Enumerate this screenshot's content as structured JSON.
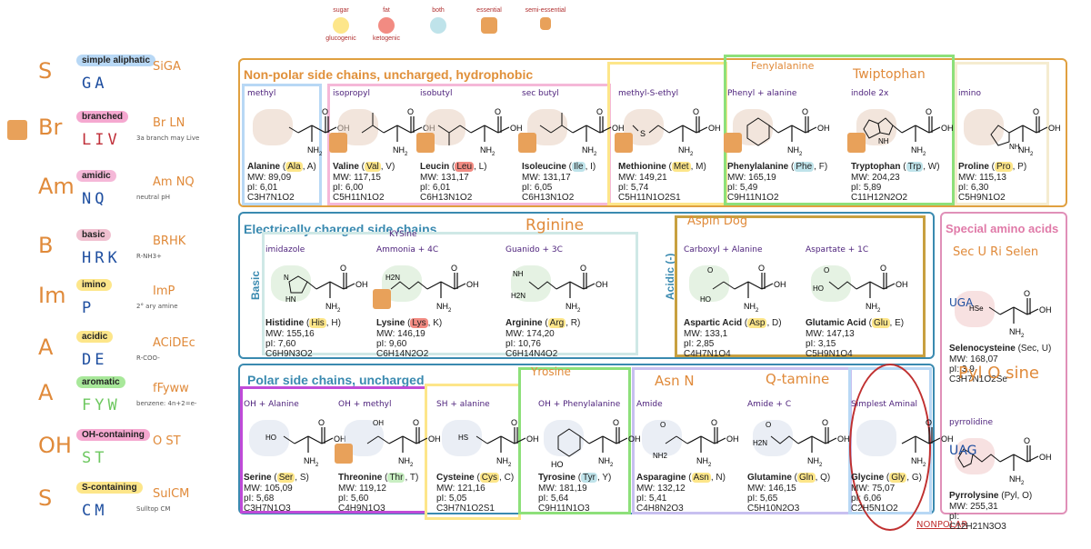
{
  "legend": [
    {
      "label": "sugar",
      "sub": "glucogenic",
      "color": "#fde68a"
    },
    {
      "label": "fat",
      "sub": "ketogenic",
      "color": "#f28b82"
    },
    {
      "label": "both",
      "sub": "",
      "color": "#bfe3ea"
    },
    {
      "label": "essential",
      "sub": "",
      "color": "#e8a15a"
    },
    {
      "label": "semi-essential",
      "sub": "",
      "color": "#e8a15a"
    }
  ],
  "sidebar": [
    {
      "letter": "S",
      "pill": "simple aliphatic",
      "pill_color": "#b8d8f5",
      "codes": "GA",
      "note": "SiGA",
      "small": "",
      "code_color": "#1f4fa0"
    },
    {
      "letter": "Br",
      "pill": "branched",
      "pill_color": "#f5a8d0",
      "codes": "LIV",
      "note": "Br LN",
      "small": "3a branch may Live",
      "code_color": "#c0303a"
    },
    {
      "letter": "Am",
      "pill": "amidic",
      "pill_color": "#f5b8d8",
      "codes": "NQ",
      "note": "Am NQ",
      "small": "neutral pH",
      "code_color": "#1f4fa0"
    },
    {
      "letter": "B",
      "pill": "basic",
      "pill_color": "#f0c0d0",
      "codes": "HRK",
      "note": "BRHK",
      "small": "R-NH3+",
      "code_color": "#1f4fa0"
    },
    {
      "letter": "Im",
      "pill": "imino",
      "pill_color": "#fde68a",
      "codes": "P",
      "note": "ImP",
      "small": "2° ary amine",
      "code_color": "#1f4fa0"
    },
    {
      "letter": "A",
      "pill": "acidic",
      "pill_color": "#fde68a",
      "codes": "DE",
      "note": "ACiDEc",
      "small": "R-COO-",
      "code_color": "#1f4fa0"
    },
    {
      "letter": "A",
      "pill": "aromatic",
      "pill_color": "#a8e89a",
      "codes": "FYW",
      "note": "fFyww",
      "small": "benzene: 4n+2=e-",
      "code_color": "#6ec860"
    },
    {
      "letter": "OH",
      "pill": "OH-containing",
      "pill_color": "#f5a8d0",
      "codes": "ST",
      "note": "O ST",
      "small": "",
      "code_color": "#6ec860"
    },
    {
      "letter": "S",
      "pill": "S-containing",
      "pill_color": "#fde68a",
      "codes": "CM",
      "note": "SulCM",
      "small": "Sulltop CM",
      "code_color": "#1f4fa0"
    }
  ],
  "groups": {
    "nonpolar": "Non-polar side chains, uncharged, hydrophobic",
    "charged": "Electrically charged side chains",
    "polar": "Polar side chains, uncharged",
    "special": "Special amino acids",
    "basic": "Basic",
    "acidic": "Acidic (-)",
    "nonpolar_note": "NONPOLAR"
  },
  "aminoacids": [
    {
      "id": "alanine",
      "name": "Alanine",
      "pre": "(",
      "abbr3": "Ala",
      "abbr1": "A",
      "mw": "MW: 89,09",
      "pi": "pI: 6,01",
      "formula": "C3H7N1O2",
      "note": "methyl",
      "hl": "hl-y"
    },
    {
      "id": "valine",
      "name": "Valine",
      "abbr3": "Val",
      "abbr1": "V",
      "mw": "MW: 117,15",
      "pi": "pI: 6,00",
      "formula": "C5H11N1O2",
      "note": "isopropyl",
      "hl": "hl-y"
    },
    {
      "id": "leucine",
      "name": "Leucin",
      "abbr3": "Leu",
      "abbr1": "L",
      "mw": "MW: 131,17",
      "pi": "pI: 6,01",
      "formula": "C6H13N1O2",
      "note": "isobutyl",
      "hl": "hl-r"
    },
    {
      "id": "isoleucine",
      "name": "Isoleucine",
      "abbr3": "Ile",
      "abbr1": "I",
      "mw": "MW: 131,17",
      "pi": "pI: 6,05",
      "formula": "C6H13N1O2",
      "note": "sec butyl",
      "hl": "hl-b"
    },
    {
      "id": "methionine",
      "name": "Methionine",
      "abbr3": "Met",
      "abbr1": "M",
      "mw": "MW: 149,21",
      "pi": "pI: 5,74",
      "formula": "C5H11N1O2S1",
      "note": "methyl-S-ethyl",
      "hl": "hl-y"
    },
    {
      "id": "phenylalanine",
      "name": "Phenylalanine",
      "abbr3": "Phe",
      "abbr1": "F",
      "mw": "MW: 165,19",
      "pi": "pI: 5,49",
      "formula": "C9H11N1O2",
      "note": "Phenyl + alanine",
      "hl": "hl-b"
    },
    {
      "id": "tryptophan",
      "name": "Tryptophan",
      "abbr3": "Trp",
      "abbr1": "W",
      "mw": "MW: 204,23",
      "pi": "pI: 5,89",
      "formula": "C11H12N2O2",
      "note": "indole 2x",
      "hl": "hl-b"
    },
    {
      "id": "proline",
      "name": "Proline",
      "abbr3": "Pro",
      "abbr1": "P",
      "mw": "MW: 115,13",
      "pi": "pI: 6,30",
      "formula": "C5H9N1O2",
      "note": "imino",
      "hl": "hl-y"
    },
    {
      "id": "histidine",
      "name": "Histidine",
      "abbr3": "His",
      "abbr1": "H",
      "mw": "MW: 155,16",
      "pi": "pI: 7,60",
      "formula": "C6H9N3O2",
      "note": "imidazole",
      "hl": "hl-y"
    },
    {
      "id": "lysine",
      "name": "Lysine",
      "abbr3": "Lys",
      "abbr1": "K",
      "mw": "MW: 146,19",
      "pi": "pI: 9,60",
      "formula": "C6H14N2O2",
      "note": "Ammonia + 4C",
      "hl": "hl-r"
    },
    {
      "id": "arginine",
      "name": "Arginine",
      "abbr3": "Arg",
      "abbr1": "R",
      "mw": "MW: 174,20",
      "pi": "pI: 10,76",
      "formula": "C6H14N4O2",
      "note": "Guanido + 3C",
      "hl": "hl-y"
    },
    {
      "id": "aspartic",
      "name": "Aspartic Acid",
      "abbr3": "Asp",
      "abbr1": "D",
      "mw": "MW: 133,1",
      "pi": "pI: 2,85",
      "formula": "C4H7N1O4",
      "note": "Carboxyl + Alanine",
      "hl": "hl-y"
    },
    {
      "id": "glutamic",
      "name": "Glutamic Acid",
      "abbr3": "Glu",
      "abbr1": "E",
      "mw": "MW: 147,13",
      "pi": "pI: 3,15",
      "formula": "C5H9N1O4",
      "note": "Aspartate + 1C",
      "hl": "hl-y"
    },
    {
      "id": "serine",
      "name": "Serine",
      "abbr3": "Ser",
      "abbr1": "S",
      "mw": "MW: 105,09",
      "pi": "pI: 5,68",
      "formula": "C3H7N1O3",
      "note": "OH + Alanine",
      "hl": "hl-y"
    },
    {
      "id": "threonine",
      "name": "Threonine",
      "abbr3": "Thr",
      "abbr1": "T",
      "mw": "MW: 119,12",
      "pi": "pI: 5,60",
      "formula": "C4H9N1O3",
      "note": "OH + methyl",
      "hl": "hl-g"
    },
    {
      "id": "cysteine",
      "name": "Cysteine",
      "abbr3": "Cys",
      "abbr1": "C",
      "mw": "MW: 121,16",
      "pi": "pI: 5,05",
      "formula": "C3H7N1O2S1",
      "note": "SH + alanine",
      "hl": "hl-y"
    },
    {
      "id": "tyrosine",
      "name": "Tyrosine",
      "abbr3": "Tyr",
      "abbr1": "Y",
      "mw": "MW: 181,19",
      "pi": "pI: 5,64",
      "formula": "C9H11N1O3",
      "note": "OH + Phenylalanine",
      "hl": "hl-b"
    },
    {
      "id": "asparagine",
      "name": "Asparagine",
      "abbr3": "Asn",
      "abbr1": "N",
      "mw": "MW: 132,12",
      "pi": "pI: 5,41",
      "formula": "C4H8N2O3",
      "note": "Amide",
      "hl": "hl-y"
    },
    {
      "id": "glutamine",
      "name": "Glutamine",
      "abbr3": "Gln",
      "abbr1": "Q",
      "mw": "MW: 146,15",
      "pi": "pI: 5,65",
      "formula": "C5H10N2O3",
      "note": "Amide + C",
      "hl": "hl-y"
    },
    {
      "id": "glycine",
      "name": "Glycine",
      "abbr3": "Gly",
      "abbr1": "G",
      "mw": "MW: 75,07",
      "pi": "pI: 6,06",
      "formula": "C2H5N1O2",
      "note": "Simplest Aminal",
      "hl": "hl-y"
    },
    {
      "id": "selenocysteine",
      "name": "Selenocysteine",
      "abbr3": "Sec",
      "abbr1": "U",
      "mw": "MW: 168,07",
      "pi": "pI: 3,9",
      "formula": "C3H7N1O2Se",
      "note": "",
      "hl": ""
    },
    {
      "id": "pyrrolysine",
      "name": "Pyrrolysine",
      "abbr3": "Pyl",
      "abbr1": "O",
      "mw": "MW: 255,31",
      "pi": "pI:",
      "formula": "C12H21N3O3",
      "note": "pyrrolidine",
      "hl": ""
    }
  ],
  "orange_notes": {
    "methionine": "",
    "phenylalanine": "Fenylalanine",
    "tryptophan": "Twiptophan",
    "arginine": "Rginine",
    "lysine": "KYSine",
    "aspartic": "Aspin Dog",
    "tyrosine": "Yrosine",
    "asparagine": "Asn N",
    "glutamine": "Q-tamine",
    "selenocysteine": "Sec U Ri Selen",
    "sec_codon": "UGA",
    "pyrrolysine": "Pyl O sine",
    "pyl_codon": "UAG"
  }
}
